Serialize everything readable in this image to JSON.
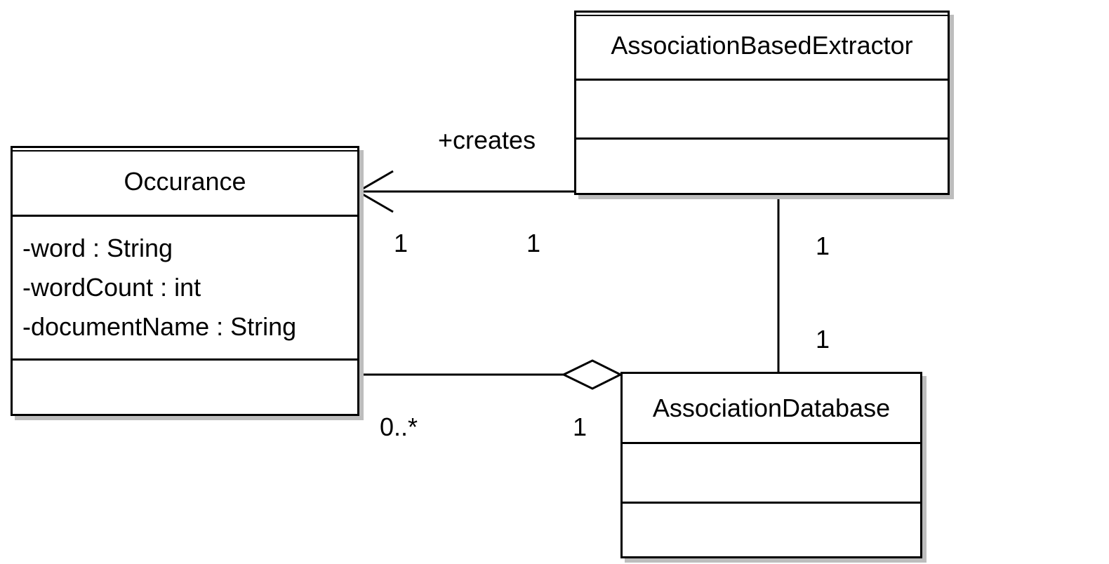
{
  "classes": {
    "extractor": {
      "name": "AssociationBasedExtractor",
      "attributes": [],
      "operations": []
    },
    "occurance": {
      "name": "Occurance",
      "attributes": [
        "-word : String",
        "-wordCount : int",
        "-documentName : String"
      ],
      "operations": []
    },
    "database": {
      "name": "AssociationDatabase",
      "attributes": [],
      "operations": []
    }
  },
  "associations": {
    "creates": {
      "label": "+creates",
      "source_multiplicity": "1",
      "target_multiplicity": "1"
    },
    "extractor_database": {
      "extractor_multiplicity": "1",
      "database_multiplicity": "1"
    },
    "aggregation": {
      "part_multiplicity": "0..*",
      "whole_multiplicity": "1"
    }
  }
}
